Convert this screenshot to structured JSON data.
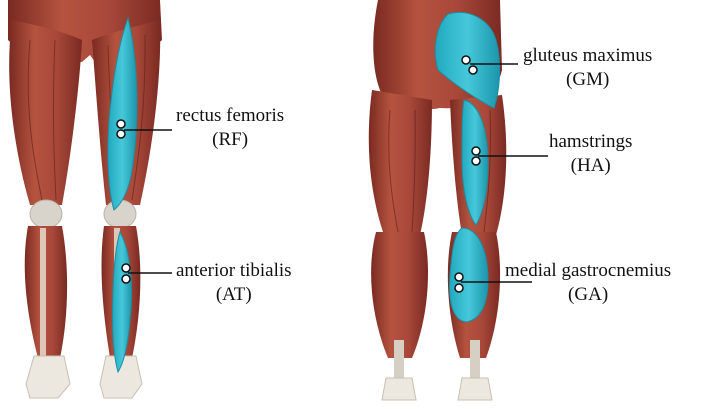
{
  "colors": {
    "muscle_dark": "#7a2a22",
    "muscle": "#a8483a",
    "muscle_light": "#c9705e",
    "highlight": "#3ec1d3",
    "highlight_edge": "#1a8fa3",
    "bone": "#e9e4da",
    "tendon": "#c8c0b2",
    "leader": "#111111",
    "electrode_fill": "#ffffff"
  },
  "labels": {
    "rf": {
      "name": "rectus femoris",
      "abbr": "(RF)"
    },
    "at": {
      "name": "anterior tibialis",
      "abbr": "(AT)"
    },
    "gm": {
      "name": "gluteus maximus",
      "abbr": "(GM)"
    },
    "ha": {
      "name": "hamstrings",
      "abbr": "(HA)"
    },
    "ga": {
      "name": "medial gastrocnemius",
      "abbr": "(GA)"
    }
  }
}
